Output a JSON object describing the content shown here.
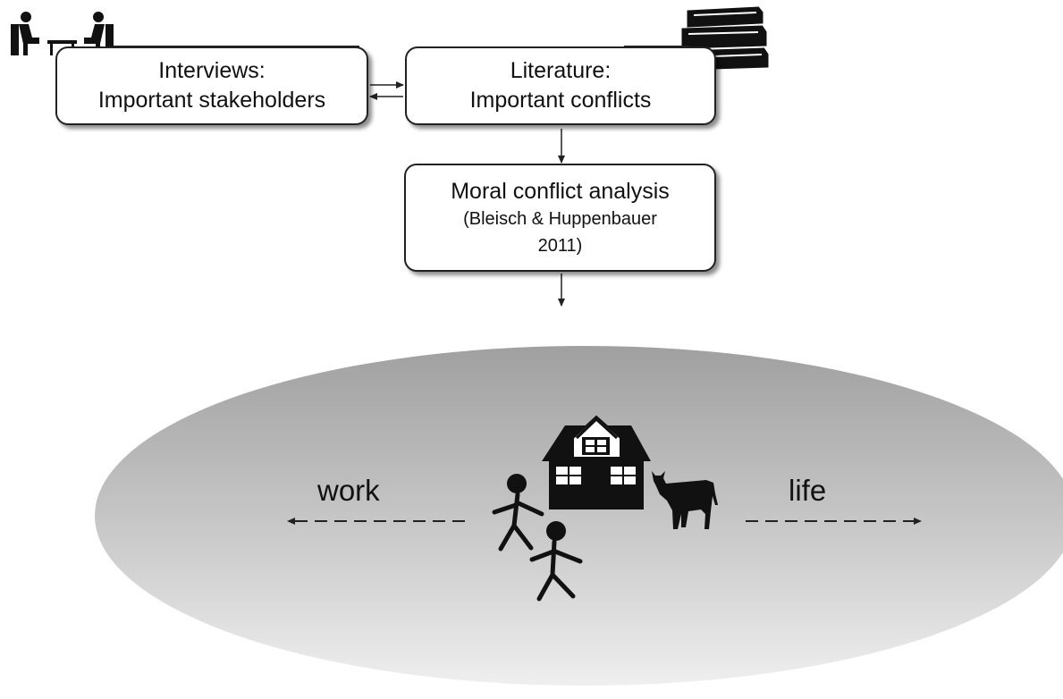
{
  "boxes": {
    "interviews": {
      "line1": "Interviews:",
      "line2": "Important stakeholders"
    },
    "literature": {
      "line1": "Literature:",
      "line2": "Important conflicts"
    },
    "moral": {
      "line1": "Moral conflict analysis",
      "line2": "(Bleisch & Huppenbauer",
      "line3": "2011)"
    }
  },
  "farm": {
    "left_label": "work",
    "right_label": "life"
  },
  "icons": {
    "interview": "interview-people-icon",
    "books": "books-stack-icon",
    "farmhouse": "farmhouse-icon",
    "cow": "cow-icon",
    "people": "stick-figures-icon"
  },
  "colors": {
    "ellipse_top": "#9b9b9b",
    "ellipse_bottom": "#ececec",
    "stroke": "#222222"
  }
}
